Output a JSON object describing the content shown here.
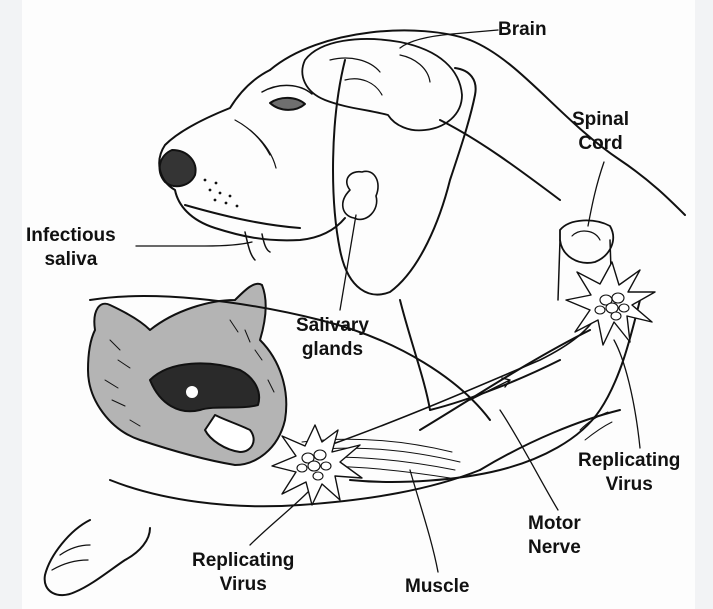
{
  "labels": {
    "brain": "Brain",
    "spinal_cord_line1": "Spinal",
    "spinal_cord_line2": "Cord",
    "infectious_saliva_line1": "Infectious",
    "infectious_saliva_line2": "saliva",
    "salivary_glands_line1": "Salivary",
    "salivary_glands_line2": "glands",
    "replicating_virus_right_line1": "Replicating",
    "replicating_virus_right_line2": "Virus",
    "replicating_virus_bottom_line1": "Replicating",
    "replicating_virus_bottom_line2": "Virus",
    "motor_nerve_line1": "Motor",
    "motor_nerve_line2": "Nerve",
    "muscle": "Muscle"
  },
  "colors": {
    "ink": "#111111",
    "background": "#fdfdfd",
    "side_border": "#f2f3f5",
    "raccoon_mask": "#2a2a2a"
  }
}
